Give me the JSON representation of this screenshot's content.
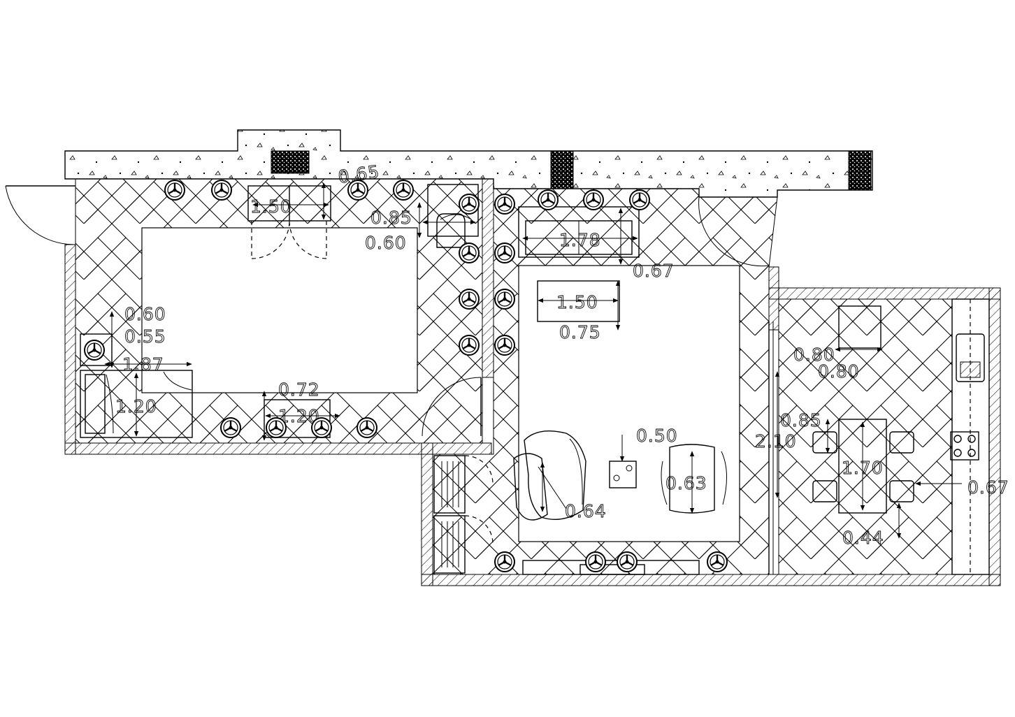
{
  "dimensions": {
    "wardrobe_width": "1.50",
    "wardrobe_depth": "0.65",
    "armchair_depth": "0.85",
    "armchair_width": "0.60",
    "nightstand_width": "0.60",
    "nightstand_depth": "0.55",
    "bed_length": "1.87",
    "bed_width": "1.20",
    "desk_depth": "0.72",
    "desk_width": "1.20",
    "sofa_width": "1.78",
    "sofa_depth": "0.67",
    "coffee_table_width": "1.50",
    "coffee_table_depth": "0.75",
    "side_table_width": "0.50",
    "lounge_chair_depth": "0.63",
    "recliner_width": "0.64",
    "cabinet_width": "0.80",
    "cabinet_depth": "0.80",
    "partition_length": "2.10",
    "chair_depth": "0.85",
    "dining_table_length": "1.70",
    "dining_chair_width": "0.44",
    "kitchen_counter_depth": "0.67"
  }
}
